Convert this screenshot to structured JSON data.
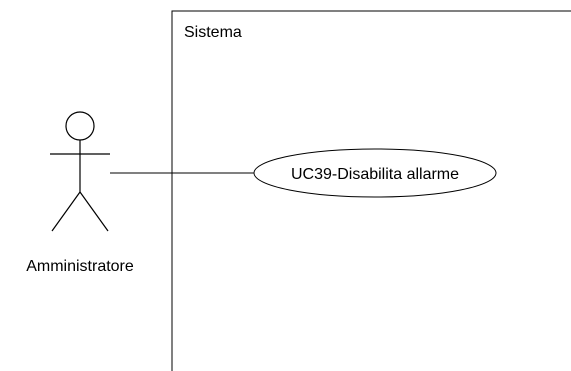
{
  "diagram": {
    "type": "use-case",
    "system": {
      "label": "Sistema"
    },
    "actor": {
      "label": "Amministratore",
      "icon": "stick-figure-icon"
    },
    "use_case": {
      "label": "UC39-Disabilita allarme"
    },
    "colors": {
      "line": "#000000",
      "background": "#ffffff"
    }
  }
}
